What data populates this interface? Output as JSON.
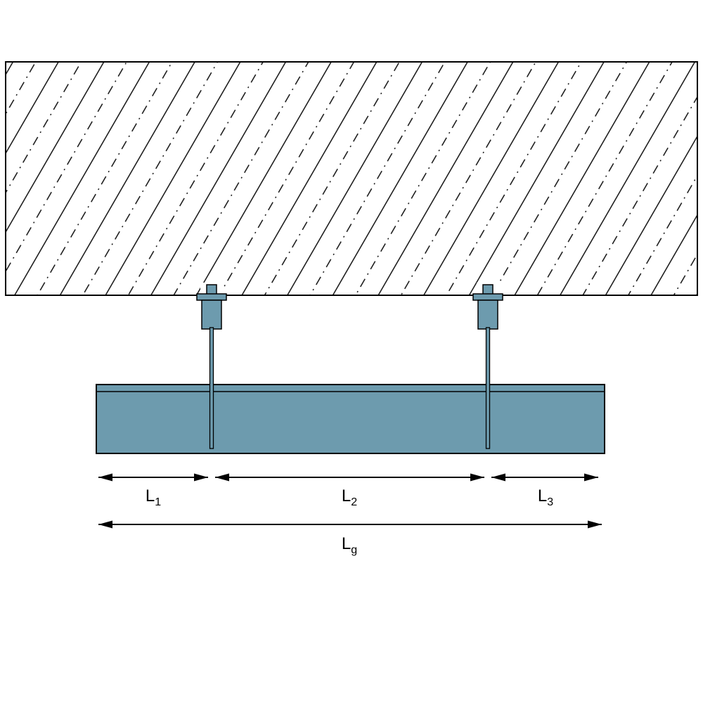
{
  "colors": {
    "beam_fill": "#6D9BAE",
    "outline": "#000000",
    "background": "#FFFFFF"
  },
  "dimensions": {
    "l1": {
      "symbol": "L",
      "subscript": "1"
    },
    "l2": {
      "symbol": "L",
      "subscript": "2"
    },
    "l3": {
      "symbol": "L",
      "subscript": "3"
    },
    "lg": {
      "symbol": "L",
      "subscript": "g"
    }
  }
}
